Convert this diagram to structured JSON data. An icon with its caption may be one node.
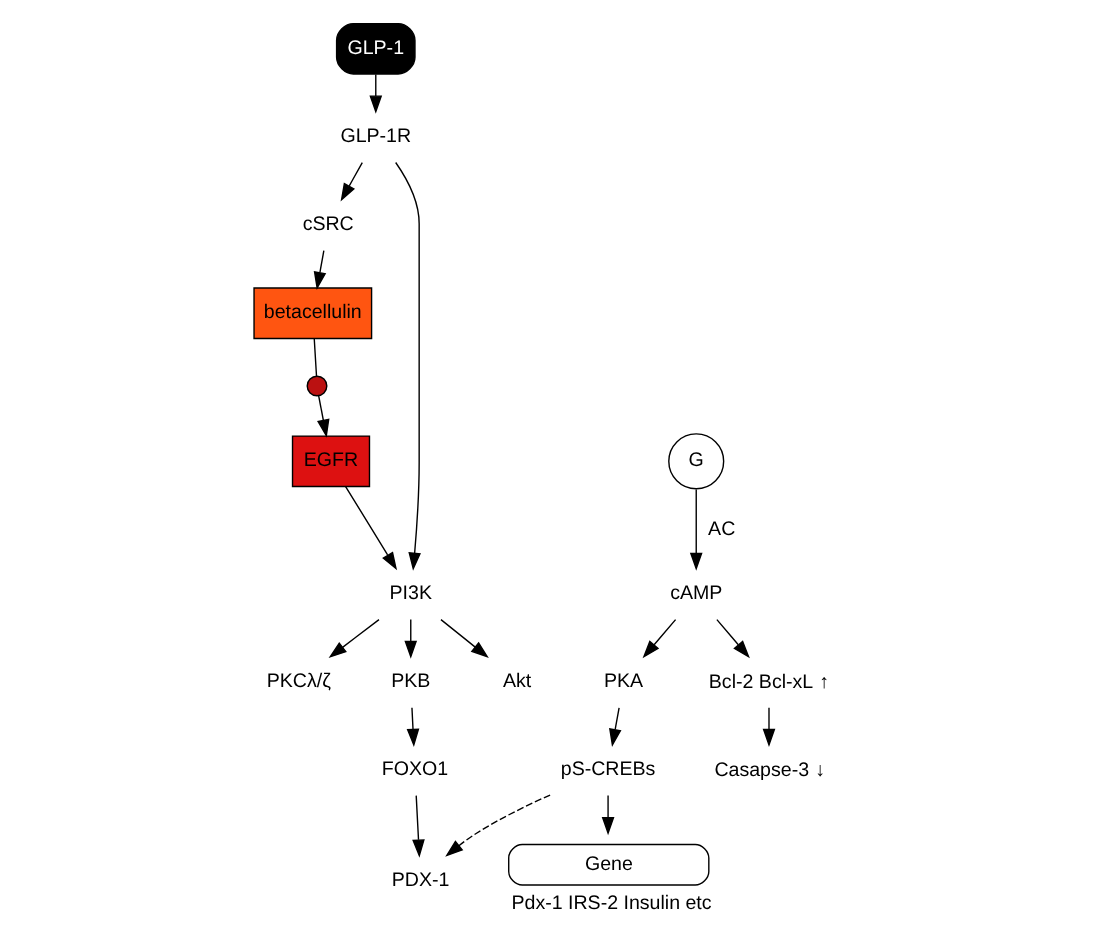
{
  "diagram": {
    "nodes": [
      {
        "text": [
          "GLP-1"
        ]
      },
      {
        "text": [
          "GLP-1R"
        ]
      },
      {
        "text": [
          "EGFR"
        ]
      },
      {
        "text": [
          "betacellulin"
        ]
      },
      {
        "text": [],
        "shape": "circle"
      },
      {
        "text": [
          "cSRC"
        ]
      },
      {
        "text": [
          "G"
        ]
      },
      {
        "text": [
          "cAMP"
        ]
      },
      {
        "text": [
          "PI3K"
        ]
      },
      {
        "text": [
          "PKCλ/ζ"
        ]
      },
      {
        "text": [
          "PKB"
        ]
      },
      {
        "text": [
          "Akt"
        ]
      },
      {
        "text": [
          "FOXO1"
        ]
      },
      {
        "text": [
          "PDX-1"
        ]
      },
      {
        "text": [
          "PKA"
        ]
      },
      {
        "text": [
          "Bcl-2 Bcl-xL"
        ],
        "beside": [
          "↑"
        ]
      },
      {
        "text": [
          "pS-CREBs"
        ]
      },
      {
        "text": [
          "Casapse-3"
        ],
        "beside": [
          "↓"
        ]
      },
      {
        "text": [
          "Gene"
        ],
        "beside": [
          "Pdx-1 IRS-2 Insulin etc"
        ]
      }
    ],
    "edges": [
      {
        "from": 0,
        "to": 1,
        "arrow": "to"
      },
      {
        "from": 3,
        "to": 4,
        "arrow": "none"
      },
      {
        "from": 4,
        "to": 2,
        "arrow": "to"
      },
      {
        "from": 1,
        "to": 5,
        "arrow": "to"
      },
      {
        "from": 5,
        "to": 3,
        "arrow": "to"
      },
      {
        "from": 2,
        "to": 8,
        "arrow": "to"
      },
      {
        "from": 1,
        "to": 8,
        "arrow": "to"
      },
      {
        "from": 6,
        "to": 7,
        "arrow": "to",
        "label": "AC"
      },
      {
        "from": 8,
        "to": 9,
        "arrow": "to"
      },
      {
        "from": 8,
        "to": 10,
        "arrow": "to"
      },
      {
        "from": 8,
        "to": 11,
        "arrow": "to"
      },
      {
        "from": 10,
        "to": 12,
        "arrow": "to"
      },
      {
        "from": 12,
        "to": 13,
        "arrow": "to"
      },
      {
        "from": 7,
        "to": 14,
        "arrow": "to"
      },
      {
        "from": 7,
        "to": 15,
        "arrow": "to"
      },
      {
        "from": 15,
        "to": 17,
        "arrow": "to"
      },
      {
        "from": 14,
        "to": 16,
        "arrow": "to"
      },
      {
        "from": 16,
        "to": 13,
        "arrow": "to",
        "style": "dashed"
      },
      {
        "from": 16,
        "to": 18,
        "arrow": "to"
      }
    ]
  }
}
